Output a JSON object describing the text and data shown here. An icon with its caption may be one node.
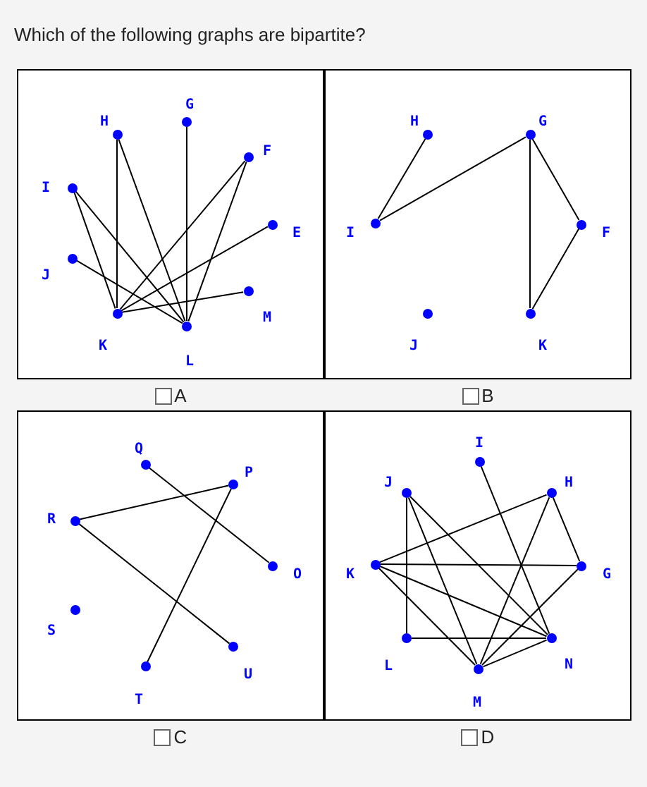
{
  "diagram": {
    "title": "Which of the following graphs are bipartite?",
    "nodes": [
      {
        "text": [],
        "shape": "box",
        "beside": [
          "A"
        ]
      },
      {
        "text": [],
        "shape": "circle",
        "beside": [
          "G"
        ],
        "in": 0
      },
      {
        "text": [],
        "shape": "circle",
        "beside": [
          "H"
        ],
        "in": 0
      },
      {
        "text": [],
        "shape": "circle",
        "beside": [
          "F"
        ],
        "in": 0
      },
      {
        "text": [],
        "shape": "circle",
        "beside": [
          "I"
        ],
        "in": 0
      },
      {
        "text": [],
        "shape": "circle",
        "beside": [
          "E"
        ],
        "in": 0
      },
      {
        "text": [],
        "shape": "circle",
        "beside": [
          "J"
        ],
        "in": 0
      },
      {
        "text": [],
        "shape": "circle",
        "beside": [
          "M"
        ],
        "in": 0
      },
      {
        "text": [],
        "shape": "circle",
        "beside": [
          "K"
        ],
        "in": 0
      },
      {
        "text": [],
        "shape": "circle",
        "beside": [
          "L"
        ],
        "in": 0
      },
      {
        "text": [],
        "shape": "box",
        "beside": [
          "B"
        ]
      },
      {
        "text": [],
        "shape": "circle",
        "beside": [
          "H"
        ],
        "in": 10
      },
      {
        "text": [],
        "shape": "circle",
        "beside": [
          "G"
        ],
        "in": 10
      },
      {
        "text": [],
        "shape": "circle",
        "beside": [
          "I"
        ],
        "in": 10
      },
      {
        "text": [],
        "shape": "circle",
        "beside": [
          "F"
        ],
        "in": 10
      },
      {
        "text": [],
        "shape": "circle",
        "beside": [
          "J"
        ],
        "in": 10
      },
      {
        "text": [],
        "shape": "circle",
        "beside": [
          "K"
        ],
        "in": 10
      },
      {
        "text": [],
        "shape": "box",
        "beside": [
          "C"
        ]
      },
      {
        "text": [],
        "shape": "circle",
        "beside": [
          "Q"
        ],
        "in": 17
      },
      {
        "text": [],
        "shape": "circle",
        "beside": [
          "P"
        ],
        "in": 17
      },
      {
        "text": [],
        "shape": "circle",
        "beside": [
          "R"
        ],
        "in": 17
      },
      {
        "text": [],
        "shape": "circle",
        "beside": [
          "O"
        ],
        "in": 17
      },
      {
        "text": [],
        "shape": "circle",
        "beside": [
          "S"
        ],
        "in": 17
      },
      {
        "text": [],
        "shape": "circle",
        "beside": [
          "U"
        ],
        "in": 17
      },
      {
        "text": [],
        "shape": "circle",
        "beside": [
          "T"
        ],
        "in": 17
      },
      {
        "text": [],
        "shape": "box",
        "beside": [
          "D"
        ]
      },
      {
        "text": [],
        "shape": "circle",
        "beside": [
          "I"
        ],
        "in": 25
      },
      {
        "text": [],
        "shape": "circle",
        "beside": [
          "J"
        ],
        "in": 25
      },
      {
        "text": [],
        "shape": "circle",
        "beside": [
          "H"
        ],
        "in": 25
      },
      {
        "text": [],
        "shape": "circle",
        "beside": [
          "K"
        ],
        "in": 25
      },
      {
        "text": [],
        "shape": "circle",
        "beside": [
          "G"
        ],
        "in": 25
      },
      {
        "text": [],
        "shape": "circle",
        "beside": [
          "L"
        ],
        "in": 25
      },
      {
        "text": [],
        "shape": "circle",
        "beside": [
          "N"
        ],
        "in": 25
      },
      {
        "text": [],
        "shape": "circle",
        "beside": [
          "M"
        ],
        "in": 25
      }
    ],
    "edges": [
      {
        "from": 8,
        "to": 2,
        "arrow": "none"
      },
      {
        "from": 8,
        "to": 4,
        "arrow": "none"
      },
      {
        "from": 8,
        "to": 3,
        "arrow": "none"
      },
      {
        "from": 8,
        "to": 5,
        "arrow": "none"
      },
      {
        "from": 8,
        "to": 7,
        "arrow": "none"
      },
      {
        "from": 9,
        "to": 2,
        "arrow": "none"
      },
      {
        "from": 9,
        "to": 1,
        "arrow": "none"
      },
      {
        "from": 9,
        "to": 3,
        "arrow": "none"
      },
      {
        "from": 9,
        "to": 4,
        "arrow": "none"
      },
      {
        "from": 9,
        "to": 6,
        "arrow": "none"
      },
      {
        "from": 11,
        "to": 13,
        "arrow": "none"
      },
      {
        "from": 13,
        "to": 12,
        "arrow": "none"
      },
      {
        "from": 12,
        "to": 16,
        "arrow": "none"
      },
      {
        "from": 12,
        "to": 14,
        "arrow": "none"
      },
      {
        "from": 14,
        "to": 16,
        "arrow": "none"
      },
      {
        "from": 18,
        "to": 21,
        "arrow": "none"
      },
      {
        "from": 20,
        "to": 19,
        "arrow": "none"
      },
      {
        "from": 20,
        "to": 23,
        "arrow": "none"
      },
      {
        "from": 19,
        "to": 24,
        "arrow": "none"
      },
      {
        "from": 26,
        "to": 32,
        "arrow": "none"
      },
      {
        "from": 27,
        "to": 31,
        "arrow": "none"
      },
      {
        "from": 27,
        "to": 33,
        "arrow": "none"
      },
      {
        "from": 27,
        "to": 32,
        "arrow": "none"
      },
      {
        "from": 28,
        "to": 29,
        "arrow": "none"
      },
      {
        "from": 28,
        "to": 30,
        "arrow": "none"
      },
      {
        "from": 28,
        "to": 33,
        "arrow": "none"
      },
      {
        "from": 29,
        "to": 30,
        "arrow": "none"
      },
      {
        "from": 29,
        "to": 32,
        "arrow": "none"
      },
      {
        "from": 29,
        "to": 33,
        "arrow": "none"
      },
      {
        "from": 31,
        "to": 32,
        "arrow": "none"
      },
      {
        "from": 30,
        "to": 33,
        "arrow": "none"
      },
      {
        "from": 33,
        "to": 32,
        "arrow": "none"
      }
    ]
  }
}
